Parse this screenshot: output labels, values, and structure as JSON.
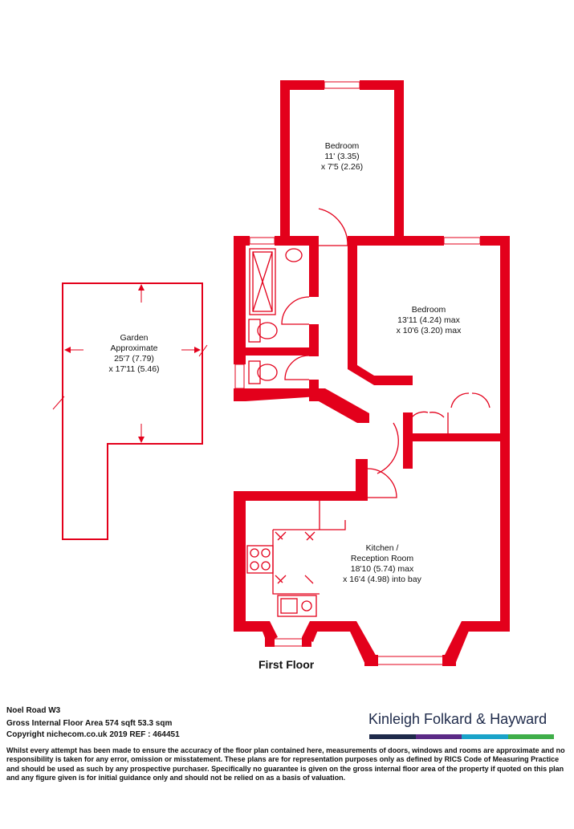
{
  "rooms": {
    "bedroom1": {
      "name": "Bedroom",
      "dims1": "11' (3.35)",
      "dims2": "x 7'5 (2.26)"
    },
    "bedroom2": {
      "name": "Bedroom",
      "dims1": "13'11 (4.24) max",
      "dims2": "x 10'6 (3.20) max"
    },
    "garden": {
      "name": "Garden",
      "sub": "Approximate",
      "dims1": "25'7 (7.79)",
      "dims2": "x 17'11 (5.46)"
    },
    "kitchen": {
      "name": "Kitchen /",
      "sub": "Reception Room",
      "dims1": "18'10 (5.74) max",
      "dims2": "x 16'4 (4.98) into bay"
    }
  },
  "floor_label": "First Floor",
  "info": {
    "address": "Noel Road W3",
    "area": "Gross Internal Floor Area 574 sqft 53.3 sqm",
    "copyright": "Copyright nichecom.co.uk 2019 REF : 464451"
  },
  "brand": {
    "name": "Kinleigh Folkard & Hayward",
    "bar_colors": [
      "#1e2a4a",
      "#5b2a86",
      "#1aa3c9",
      "#3fae49"
    ]
  },
  "disclaimer": "Whilst every attempt has been made to ensure the accuracy of the floor plan contained here, measurements of doors, windows and rooms are approximate and no responsibility is taken for any error, omission or misstatement. These plans are for representation purposes only as defined by RICS Code of Measuring Practice and should be used as such by any prospective purchaser. Specifically no guarantee is given on the gross internal floor area of the property if quoted on this plan and any figure given is for initial guidance only and should not be relied on as a basis of valuation.",
  "colors": {
    "wall": "#e3001b",
    "text": "#111111"
  }
}
